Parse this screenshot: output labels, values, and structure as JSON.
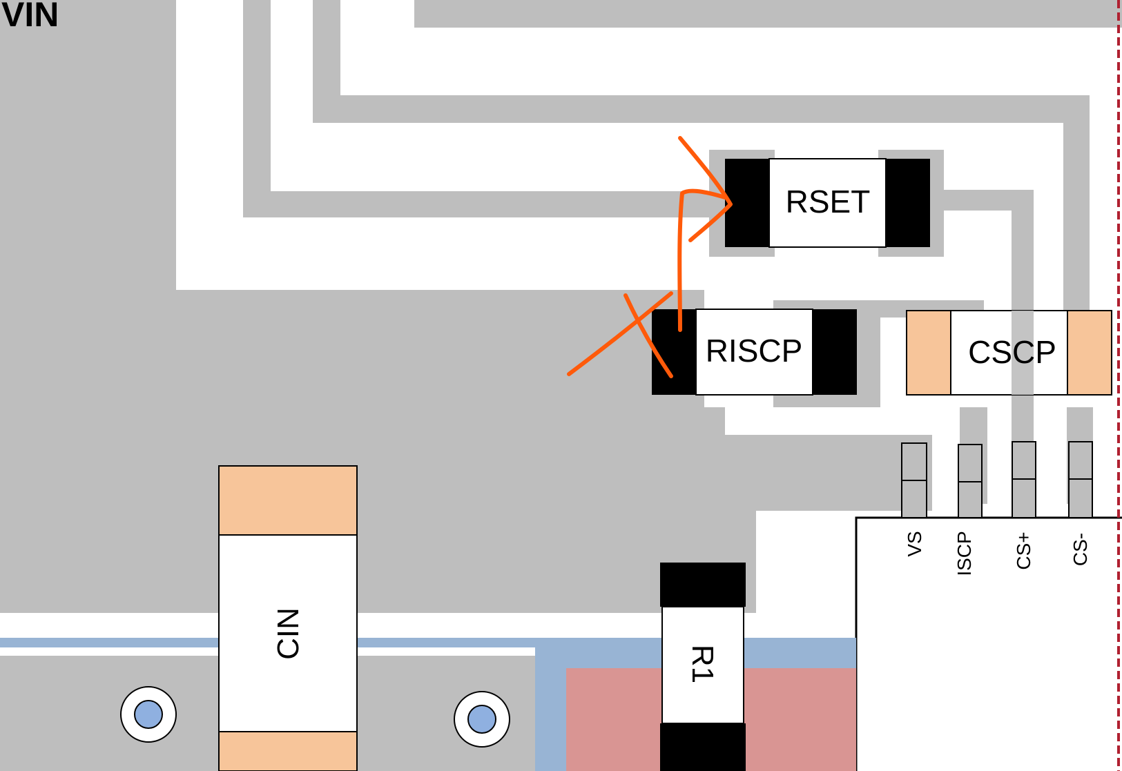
{
  "net_label": "VIN",
  "components": {
    "rset": "RSET",
    "riscp": "RISCP",
    "cscp": "CSCP",
    "cin": "CIN",
    "r1": "R1"
  },
  "ic_pins": [
    "VS",
    "ISCP",
    "CS+",
    "CS-"
  ],
  "colors": {
    "copper": "#bebebe",
    "background": "#ffffff",
    "resistor_pad": "#000000",
    "capacitor_pad": "#f7c59a",
    "bottom_plane": "#98b4d4",
    "hatched_area": "#d99593",
    "via_fill": "#8fb0e0",
    "markup": "#ff5a0a",
    "board_edge": "#b02030"
  }
}
